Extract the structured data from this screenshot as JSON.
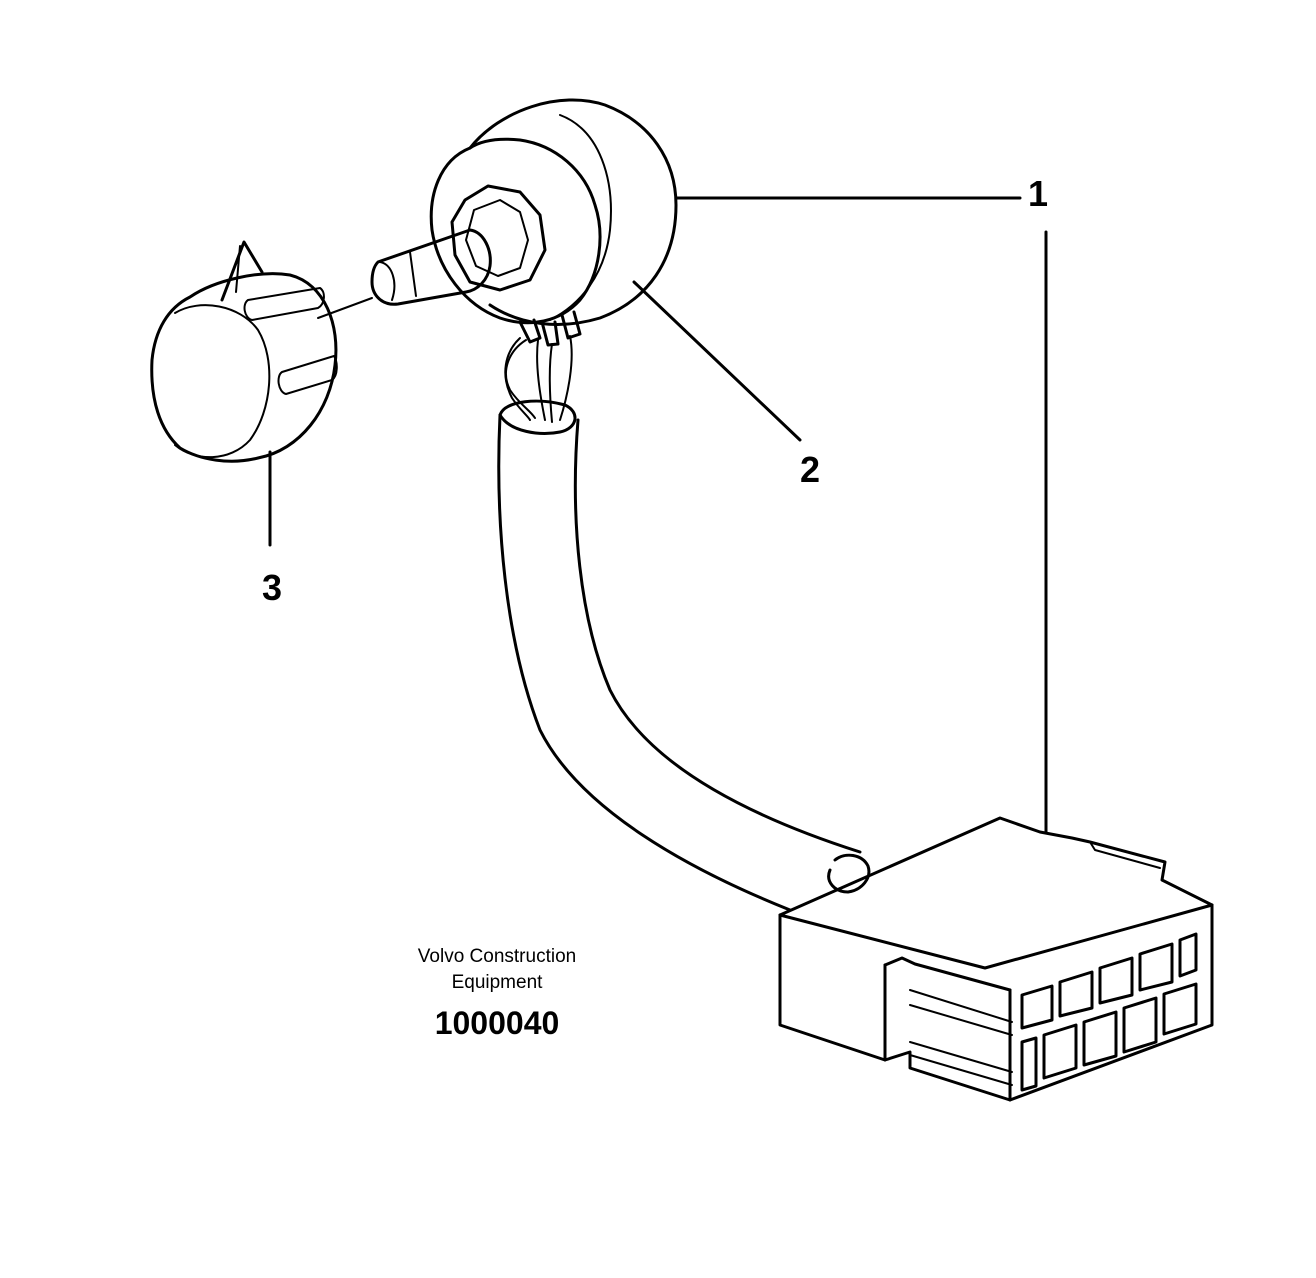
{
  "callouts": [
    {
      "id": "1",
      "label": "1"
    },
    {
      "id": "2",
      "label": "2"
    },
    {
      "id": "3",
      "label": "3"
    }
  ],
  "footer": {
    "maker_line1": "Volvo Construction",
    "maker_line2": "Equipment",
    "part_number": "1000040"
  },
  "colors": {
    "line": "#000000",
    "background": "#ffffff"
  }
}
